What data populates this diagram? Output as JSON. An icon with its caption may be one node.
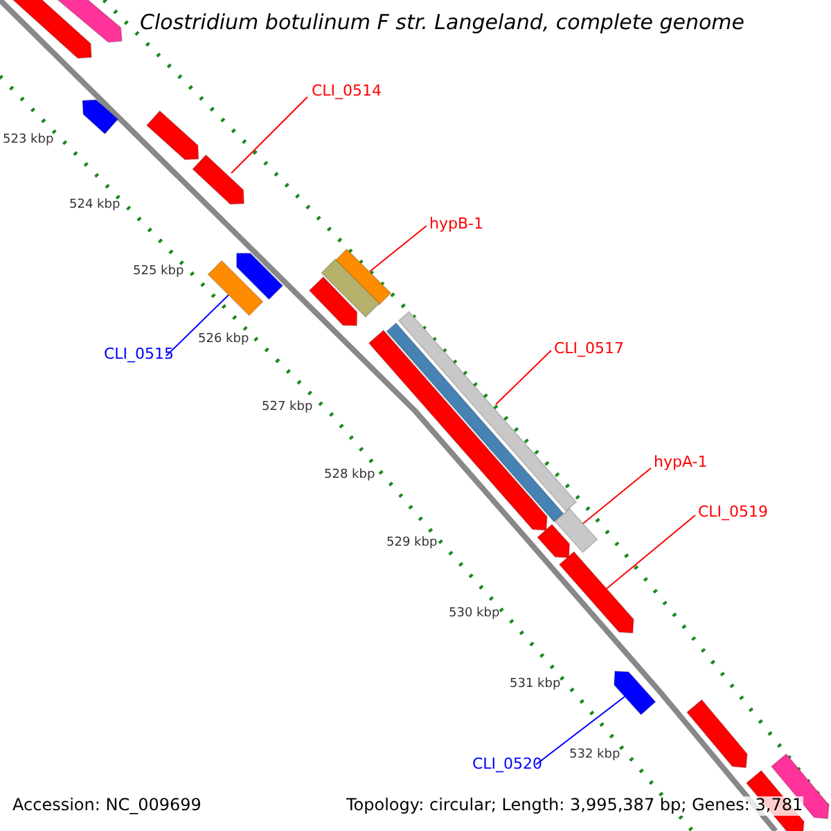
{
  "diagram": {
    "title": "Clostridium botulinum F str. Langeland, complete genome",
    "nodes": [
      {
        "text": [
          "CLI_0514"
        ]
      },
      {
        "text": [
          "hypB-1"
        ]
      },
      {
        "text": [
          "CLI_0517"
        ]
      },
      {
        "text": [
          "CLI_0515"
        ]
      },
      {
        "text": [
          "hypA-1"
        ]
      },
      {
        "text": [
          "CLI_0519"
        ]
      },
      {
        "text": [
          "CLI_0520"
        ]
      },
      {
        "text": [],
        "shape": "bar"
      },
      {
        "text": [],
        "shape": "bar"
      },
      {
        "text": [],
        "shape": "bar"
      },
      {
        "text": [],
        "shape": "bar"
      },
      {
        "text": [],
        "shape": "bar"
      },
      {
        "text": [],
        "shape": "bar"
      },
      {
        "text": [],
        "shape": "bar"
      },
      {
        "text": [],
        "shape": "bar"
      },
      {
        "text": [],
        "shape": "bar"
      },
      {
        "text": [],
        "shape": "bar"
      },
      {
        "text": [],
        "shape": "bar"
      },
      {
        "text": [],
        "shape": "bar"
      },
      {
        "text": [],
        "shape": "bar"
      },
      {
        "text": [],
        "shape": "bar"
      },
      {
        "text": [],
        "shape": "bar"
      },
      {
        "text": [],
        "shape": "bar"
      },
      {
        "text": [],
        "shape": "bar"
      },
      {
        "text": [],
        "shape": "bar"
      },
      {
        "text": [],
        "shape": "bar"
      },
      {
        "text": [],
        "shape": "bar"
      }
    ],
    "edges": [
      {
        "from": 0,
        "to": 11,
        "arrow": "none"
      },
      {
        "from": 1,
        "to": 13,
        "arrow": "none"
      },
      {
        "from": 2,
        "to": 17,
        "arrow": "none"
      },
      {
        "from": 3,
        "to": 15,
        "arrow": "none",
        "color": "#0000ff"
      },
      {
        "from": 4,
        "to": 20,
        "arrow": "none"
      },
      {
        "from": 5,
        "to": 22,
        "arrow": "none"
      },
      {
        "from": 6,
        "to": 23,
        "arrow": "none",
        "color": "#0000ff"
      }
    ],
    "labels": [
      "523 kbp",
      "524 kbp",
      "525 kbp",
      "526 kbp",
      "527 kbp",
      "528 kbp",
      "529 kbp",
      "530 kbp",
      "531 kbp",
      "532 kbp",
      "Accession: NC_009699",
      "Topology: circular; Length: 3,995,387 bp; Genes: 3,781"
    ]
  }
}
